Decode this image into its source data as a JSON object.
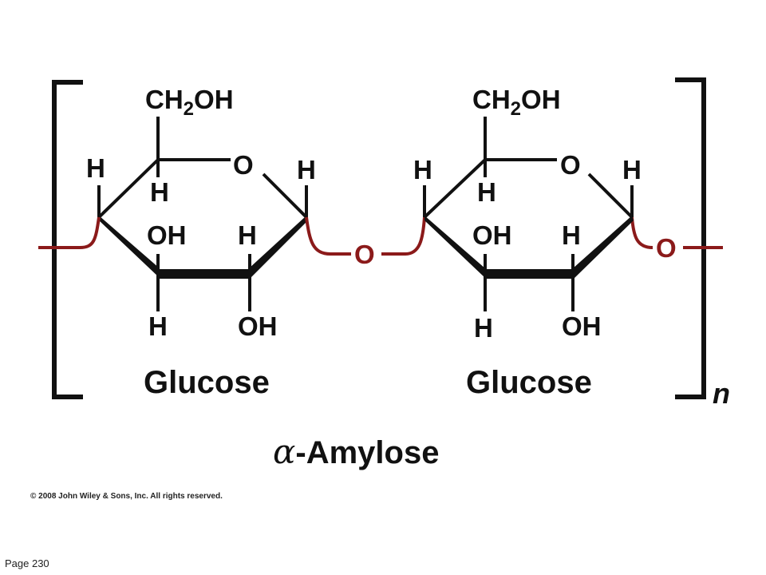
{
  "colors": {
    "bond": "#111111",
    "glycosidic_link": "#8b1a1a"
  },
  "unit_1": {
    "substituent_top": "CH",
    "substituent_top_sub": "2",
    "substituent_top_end": "OH",
    "ring_oxygen": "O",
    "c5_h_left": "H",
    "c5_h_inner": "H",
    "c1_h": "H",
    "c3_oh": "OH",
    "c2_h": "H",
    "c3_h_down": "H",
    "c2_oh": "OH",
    "name": "Glucose"
  },
  "unit_2": {
    "substituent_top": "CH",
    "substituent_top_sub": "2",
    "substituent_top_end": "OH",
    "ring_oxygen": "O",
    "c4_h": "H",
    "c5_h_inner": "H",
    "c1_h": "H",
    "c3_oh": "OH",
    "c2_h": "H",
    "c3_h_down": "H",
    "c2_oh": "OH",
    "name": "Glucose"
  },
  "glycosidic_oxygen": "O",
  "terminal_oxygen": "O",
  "repeat_subscript": "n",
  "title": {
    "greek": "α",
    "text": "-Amylose"
  },
  "copyright": "© 2008 John Wiley & Sons, Inc. All rights reserved.",
  "page_label": "Page 230"
}
